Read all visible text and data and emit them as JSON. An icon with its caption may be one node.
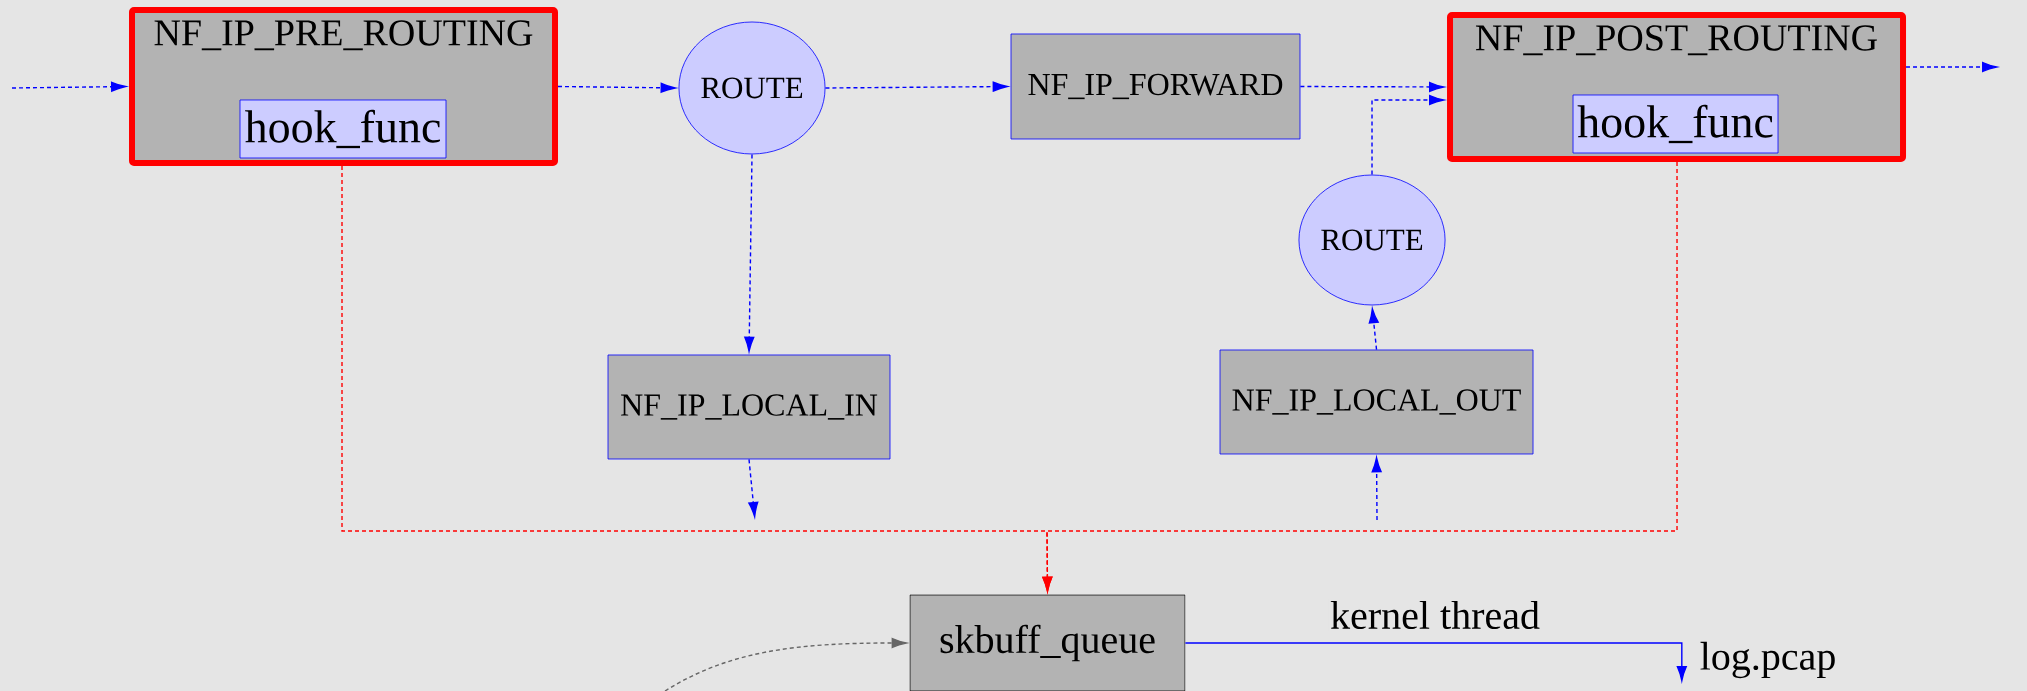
{
  "diagram": {
    "nodes": [
      {
        "text": [
          "NF_IP_PRE_ROUTING"
        ]
      },
      {
        "text": [
          "hook_func"
        ],
        "in": 0
      },
      {
        "text": [
          "ROUTE"
        ]
      },
      {
        "text": [
          "NF_IP_FORWARD"
        ]
      },
      {
        "text": [
          "NF_IP_POST_ROUTING"
        ]
      },
      {
        "text": [
          "hook_func"
        ],
        "in": 4
      },
      {
        "text": [
          "ROUTE"
        ]
      },
      {
        "text": [
          "NF_IP_LOCAL_IN"
        ]
      },
      {
        "text": [
          "NF_IP_LOCAL_OUT"
        ]
      },
      {
        "text": [
          "skbuff_queue"
        ]
      },
      {
        "text": [
          "log.pcap"
        ]
      }
    ],
    "edges": [
      {
        "from": null,
        "to": 0,
        "arrow": "to",
        "style": "dashed"
      },
      {
        "from": 0,
        "to": 2,
        "arrow": "to",
        "style": "dashed"
      },
      {
        "from": 2,
        "to": 3,
        "arrow": "to",
        "style": "dashed"
      },
      {
        "from": 3,
        "to": 4,
        "arrow": "to",
        "style": "dashed"
      },
      {
        "from": 4,
        "to": null,
        "arrow": "to",
        "style": "dashed"
      },
      {
        "from": 2,
        "to": 7,
        "arrow": "to",
        "style": "dashed"
      },
      {
        "from": 7,
        "to": null,
        "arrow": "to",
        "style": "dashed"
      },
      {
        "from": null,
        "to": 8,
        "arrow": "to",
        "style": "dashed"
      },
      {
        "from": 8,
        "to": 6,
        "arrow": "to",
        "style": "dashed"
      },
      {
        "from": 6,
        "to": 4,
        "arrow": "to",
        "style": "dashed"
      },
      {
        "from": 0,
        "to": 9,
        "arrow": "to",
        "style": "dashed",
        "color": "#ff0000"
      },
      {
        "from": 4,
        "to": 9,
        "arrow": "to",
        "style": "dashed",
        "color": "#ff0000"
      },
      {
        "from": 9,
        "to": 10,
        "arrow": "to",
        "label": "kernel thread"
      },
      {
        "from": null,
        "to": 9,
        "arrow": "to",
        "style": "dashed",
        "color": "#666666"
      }
    ]
  }
}
